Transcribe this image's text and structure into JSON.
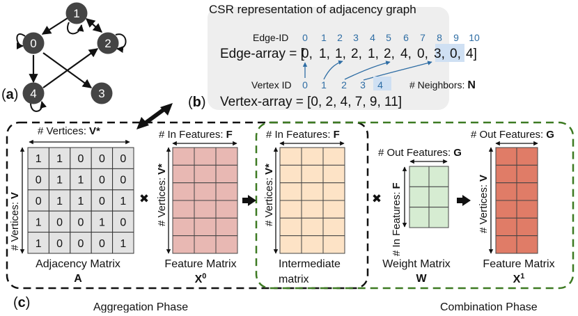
{
  "panel_a": {
    "label_open": "(",
    "label_letter": "a",
    "label_close": ")",
    "nodes": [
      {
        "id": "0",
        "label": "0"
      },
      {
        "id": "1",
        "label": "1"
      },
      {
        "id": "2",
        "label": "2"
      },
      {
        "id": "3",
        "label": "3"
      },
      {
        "id": "4",
        "label": "4"
      }
    ]
  },
  "panel_b": {
    "title": "CSR representation of adjacency graph",
    "edge_id_label": "Edge-ID",
    "edge_ids": [
      "0",
      "1",
      "2",
      "3",
      "4",
      "5",
      "6",
      "7",
      "8",
      "9",
      "10"
    ],
    "edge_array_prefix": "Edge-array = [",
    "edge_values": [
      "0,",
      "1,",
      "1,",
      "2,",
      "1,",
      "2,",
      "4,",
      "0,",
      "3,",
      "0,",
      "4]"
    ],
    "vertex_id_label": "Vertex ID",
    "vertex_ids": [
      "0",
      "1",
      "2",
      "3",
      "4"
    ],
    "neighbors_label": "# Neighbors:",
    "neighbors_symbol": "N",
    "vertex_array": "Vertex-array = [0, 2, 4, 7, 9, 11]",
    "label_open": "(",
    "label_letter": "b",
    "label_close": ")"
  },
  "panel_c": {
    "label_open": "(",
    "label_letter": "c",
    "label_close": ")",
    "aggregation_phase": "Aggregation Phase",
    "combination_phase": "Combination Phase",
    "vertices_top": "# Vertices:",
    "vstar": "V*",
    "vertices_left": "# Vertices:",
    "v": "V",
    "adjacency": {
      "rows": [
        [
          "1",
          "1",
          "0",
          "0",
          "0"
        ],
        [
          "0",
          "1",
          "1",
          "0",
          "0"
        ],
        [
          "0",
          "1",
          "1",
          "0",
          "1"
        ],
        [
          "1",
          "0",
          "0",
          "1",
          "0"
        ],
        [
          "1",
          "0",
          "0",
          "0",
          "1"
        ]
      ],
      "caption": "Adjacency Matrix",
      "symbol": "A"
    },
    "feature0": {
      "top_label": "# In Features:",
      "top_symbol": "F",
      "side_label": "# Vertices:",
      "side_symbol": "V*",
      "caption": "Feature Matrix",
      "symbol_base": "X",
      "symbol_sup": "0"
    },
    "intermediate": {
      "top_label": "# In Features:",
      "top_symbol": "F",
      "side_label": "# Vertices:",
      "side_symbol": "V*",
      "caption_line1": "Intermediate",
      "caption_line2": "matrix"
    },
    "weight": {
      "top_label": "# Out Features:",
      "top_symbol": "G",
      "side_label": "# In Features:",
      "side_symbol": "F",
      "caption": "Weight Matrix",
      "symbol": "W"
    },
    "feature1": {
      "top_label": "# Out Features:",
      "top_symbol": "G",
      "side_label": "# Vertices:",
      "side_symbol": "V",
      "caption": "Feature Matrix",
      "symbol_base": "X",
      "symbol_sup": "1"
    },
    "multiply_sign": "✖"
  },
  "colors": {
    "node": "#444444",
    "csr_bg": "#eeeeee",
    "edge_id_blue": "#2e6da4",
    "highlight": "#cfe0f3",
    "adjacency_fill": "#e3e3e3",
    "feature0_fill": "#e8b8b3",
    "intermediate_fill": "#fde3c6",
    "weight_fill": "#d6ecd2",
    "feature1_fill": "#e07c67",
    "aggregation_border": "#111111",
    "combination_border": "#3d7a22"
  }
}
